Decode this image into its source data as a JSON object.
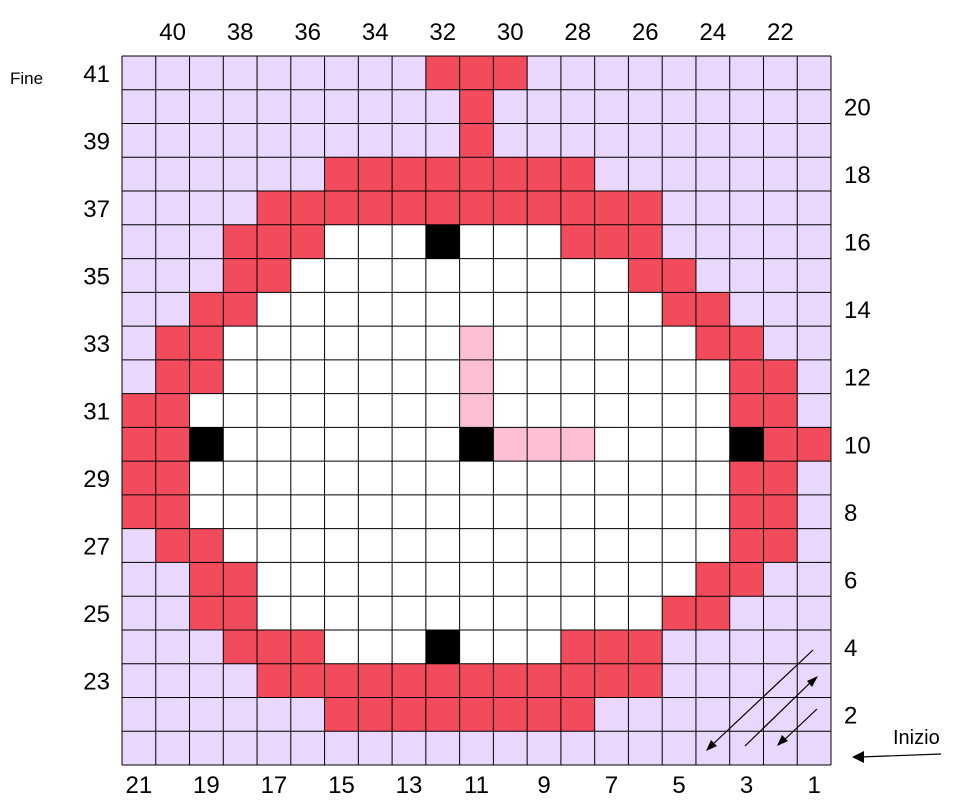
{
  "chart_data": {
    "type": "heatmap",
    "description_labels": {
      "start": "Inizio",
      "end": "Fine"
    },
    "grid_size": {
      "columns": 21,
      "rows": 21
    },
    "colors": {
      "L": "#e9d7fd",
      "R": "#f24b5c",
      "W": "#ffffff",
      "B": "#000000",
      "P": "#fdbfd1",
      "grid_line": "#000000"
    },
    "legend_codes": {
      "L": "lilac background",
      "R": "red rim",
      "W": "white face",
      "B": "black marks",
      "P": "pink hands"
    },
    "rows": [
      "LLLLLLLLLRRRLLLLLLLLL",
      "LLLLLLLLLLRLLLLLLLLLL",
      "LLLLLLLLLLRLLLLLLLLLL",
      "LLLLLLRRRRRRRRLLLLLLL",
      "LLLLRRRRRRRRRRRRLLLLL",
      "LLLRRRWWWBWWWRRRLLLLL",
      "LLLRRWWWWWWWWWWRRLLLL",
      "LLRRWWWWWWWWWWWWRRLLL",
      "LRRWWWWWWWPWWWWWWRRLL",
      "LRRWWWWWWWPWWWWWWWRRL",
      "RRWWWWWWWWPWWWWWWWRRL",
      "RRBWWWWWWWBPPPWWWWBRR",
      "RRWWWWWWWWWWWWWWWWRRL",
      "RRWWWWWWWWWWWWWWWWRRL",
      "LRRWWWWWWWWWWWWWWWRRL",
      "LLRRWWWWWWWWWWWWWRRLL",
      "LLRRWWWWWWWWWWWWRRLLL",
      "LLLRRRWWWBWWWRRRLLLLL",
      "LLLLRRRRRRRRRRRRLLLLL",
      "LLLLLLRRRRRRRRLLLLLLL",
      "LLLLLLLLLLLLLLLLLLLLL"
    ],
    "top_labels": [
      "40",
      "38",
      "36",
      "34",
      "32",
      "30",
      "28",
      "26",
      "24",
      "22"
    ],
    "bottom_labels": [
      "21",
      "19",
      "17",
      "15",
      "13",
      "11",
      "9",
      "7",
      "5",
      "3",
      "1"
    ],
    "left_labels": [
      "41",
      "39",
      "37",
      "35",
      "33",
      "31",
      "29",
      "27",
      "25",
      "23"
    ],
    "right_labels": [
      "20",
      "18",
      "16",
      "14",
      "12",
      "10",
      "8",
      "6",
      "4",
      "2"
    ]
  }
}
